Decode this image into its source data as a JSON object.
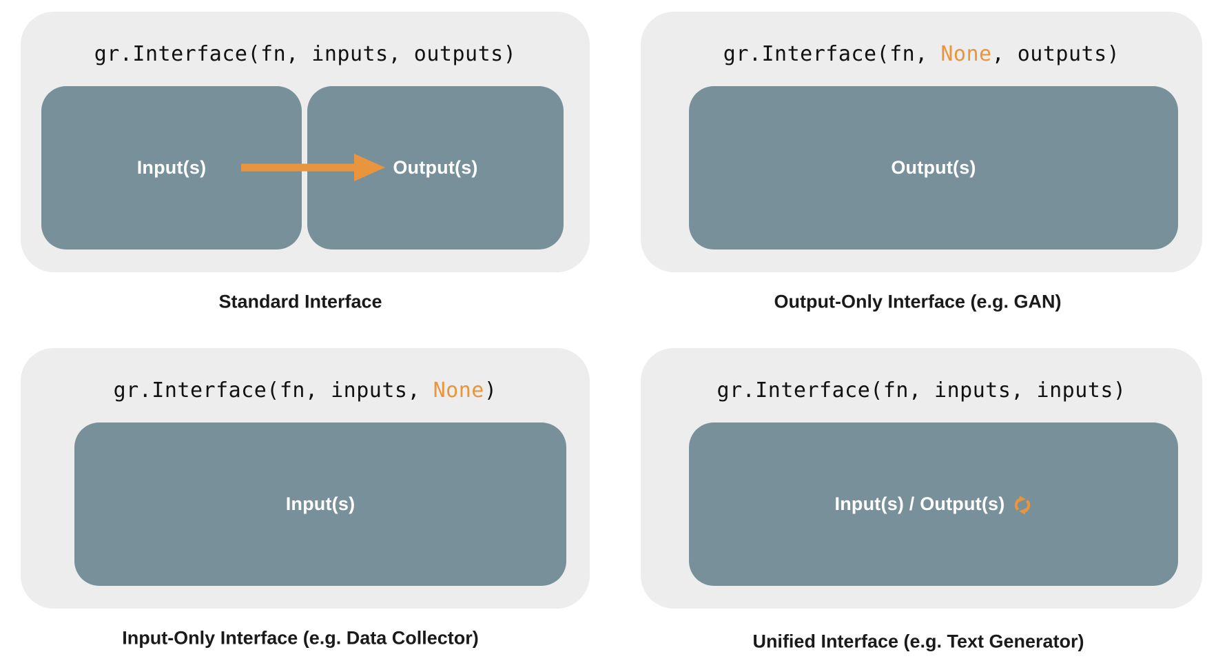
{
  "figure": {
    "colors": {
      "panel_bg": "#EDEDED",
      "box_bg": "#78909A",
      "accent": "#E8953D",
      "code_color": "#111111",
      "caption_color": "#1A1A1A",
      "box_label_color": "#FFFFFF"
    },
    "panels": [
      {
        "id": "standard-interface",
        "code_parts": [
          {
            "text": "gr.Interface(fn, inputs, outputs)",
            "highlight": false
          }
        ],
        "boxes": [
          {
            "label": "Input(s)"
          },
          {
            "label": "Output(s)"
          }
        ],
        "connector": "arrow-right",
        "caption": "Standard Interface"
      },
      {
        "id": "output-only-interface",
        "code_parts": [
          {
            "text": "gr.Interface(fn, ",
            "highlight": false
          },
          {
            "text": "None",
            "highlight": true
          },
          {
            "text": ", outputs)",
            "highlight": false
          }
        ],
        "boxes": [
          {
            "label": "Output(s)"
          }
        ],
        "caption": "Output-Only Interface (e.g. GAN)"
      },
      {
        "id": "input-only-interface",
        "code_parts": [
          {
            "text": "gr.Interface(fn, inputs, ",
            "highlight": false
          },
          {
            "text": "None",
            "highlight": true
          },
          {
            "text": ")",
            "highlight": false
          }
        ],
        "boxes": [
          {
            "label": "Input(s)"
          }
        ],
        "caption": "Input-Only Interface (e.g. Data Collector)"
      },
      {
        "id": "unified-interface",
        "code_parts": [
          {
            "text": "gr.Interface(fn, inputs, inputs)",
            "highlight": false
          }
        ],
        "boxes": [
          {
            "label": "Input(s) / Output(s)",
            "icon": "sync-icon"
          }
        ],
        "caption": "Unified Interface (e.g. Text Generator)"
      }
    ]
  }
}
